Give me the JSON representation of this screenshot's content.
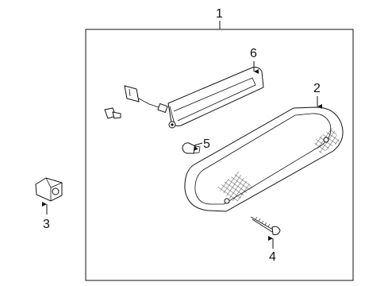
{
  "diagram": {
    "callouts": [
      {
        "id": "c1",
        "label": "1"
      },
      {
        "id": "c2",
        "label": "2"
      },
      {
        "id": "c3",
        "label": "3"
      },
      {
        "id": "c4",
        "label": "4"
      },
      {
        "id": "c5",
        "label": "5"
      },
      {
        "id": "c6",
        "label": "6"
      }
    ]
  }
}
